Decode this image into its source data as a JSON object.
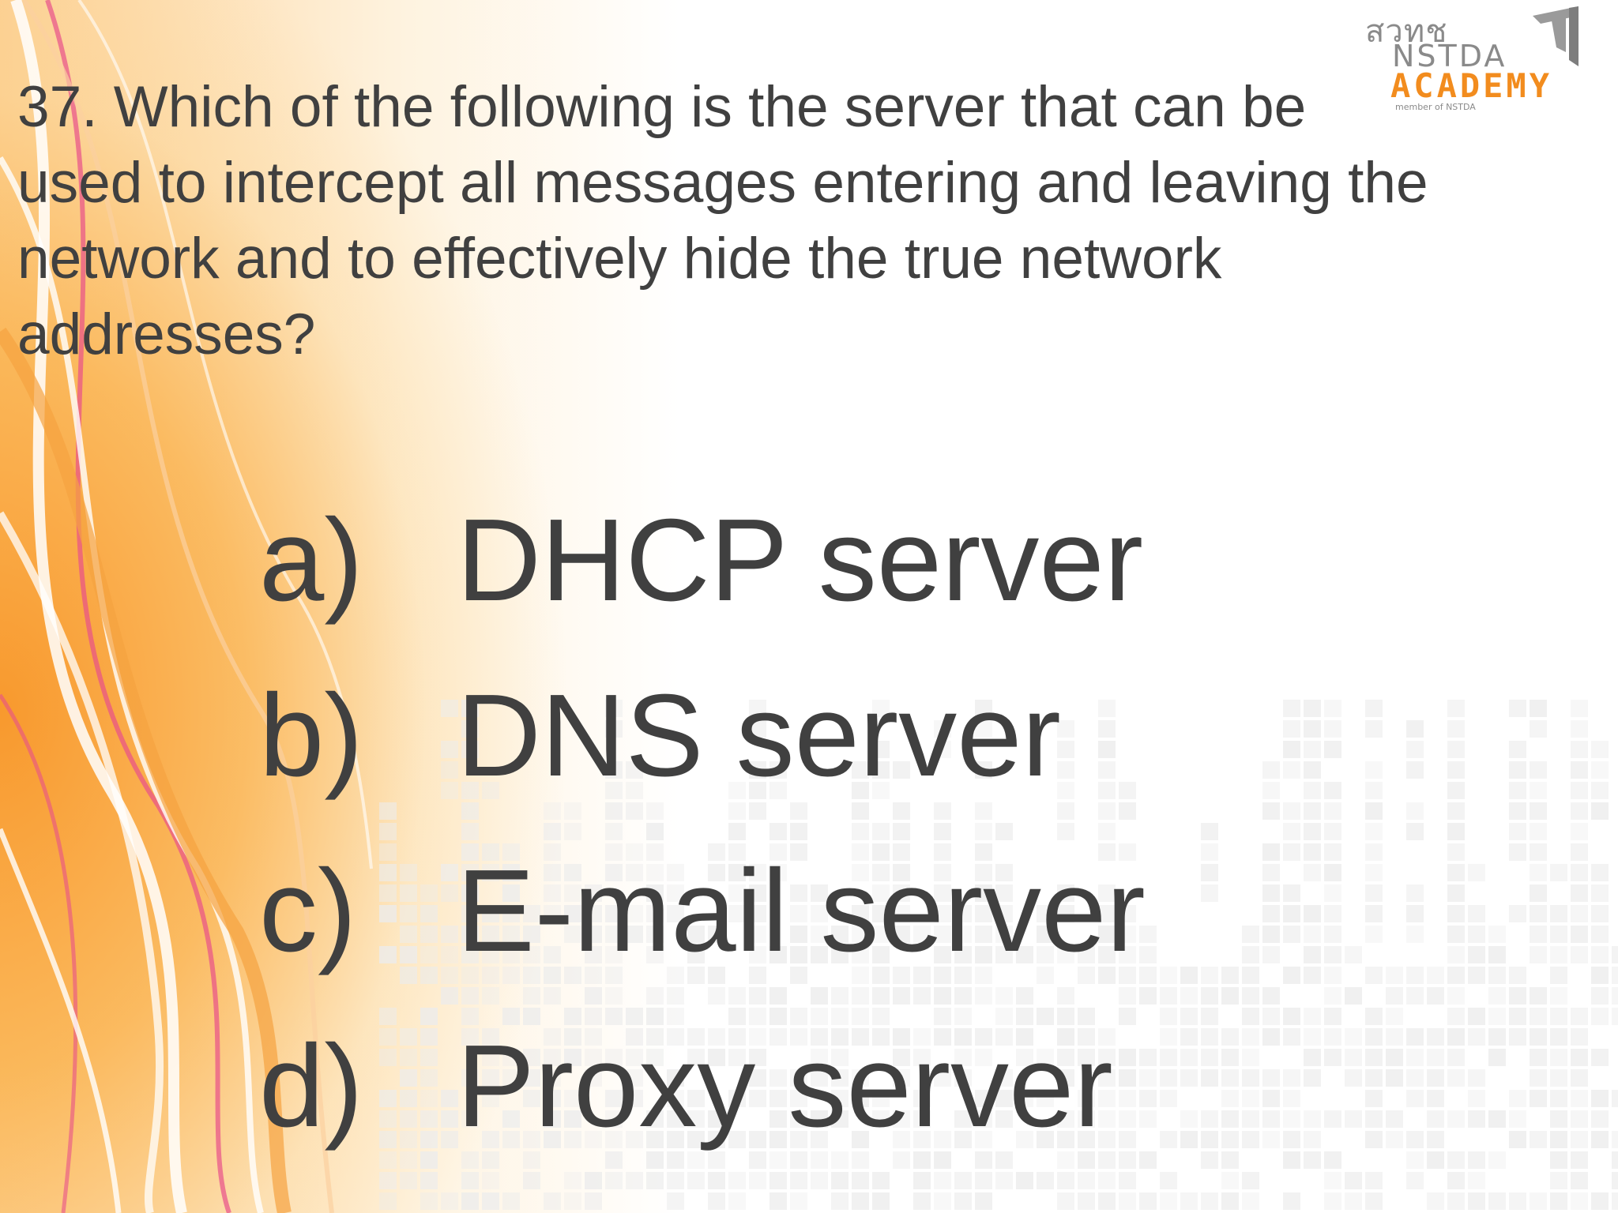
{
  "logo": {
    "thai_text": "สวทช",
    "org": "NSTDA",
    "name": "ACADEMY",
    "tagline": "member of NSTDA"
  },
  "question": {
    "text": "37. Which of the following is the server that can be used to intercept all messages entering and leaving the network and to effectively hide the true network addresses?"
  },
  "options": [
    {
      "letter": "a)",
      "text": "DHCP server"
    },
    {
      "letter": "b)",
      "text": "DNS server"
    },
    {
      "letter": "c)",
      "text": "E-mail server"
    },
    {
      "letter": "d)",
      "text": "Proxy server"
    }
  ],
  "colors": {
    "text": "#404040",
    "accent_orange": "#f28c1e",
    "logo_gray": "#8a8a8a",
    "swirl_pink": "#e8508a"
  }
}
